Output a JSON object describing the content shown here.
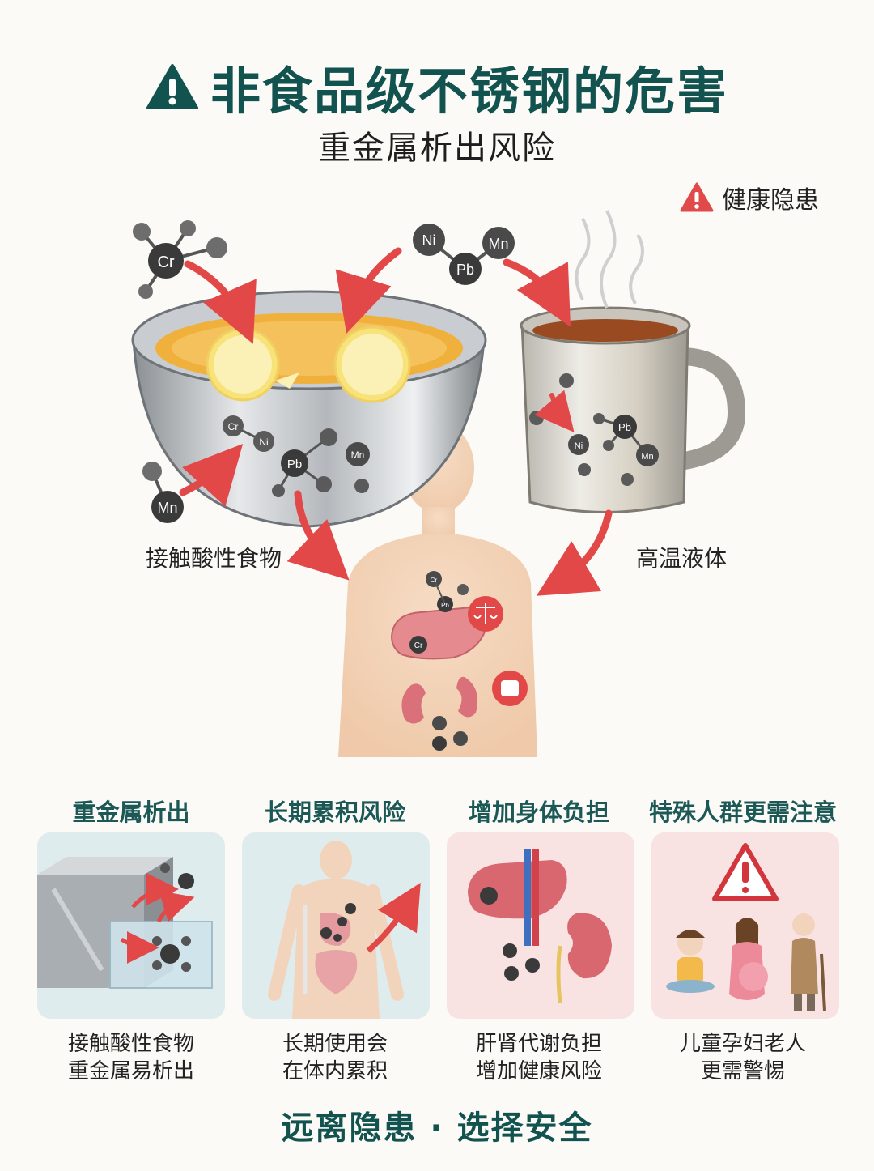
{
  "header": {
    "title": "非食品级不锈钢的危害",
    "subtitle": "重金属析出风险",
    "health_tag": "健康隐患"
  },
  "scene": {
    "bowl_label": "接触酸性食物",
    "mug_label": "高温液体",
    "elements": {
      "cr": "Cr",
      "ni": "Ni",
      "mn": "Mn",
      "pb": "Pb"
    }
  },
  "cards": [
    {
      "title": "重金属析出",
      "line1": "接触酸性食物",
      "line2": "重金属易析出",
      "icon": "metal-block-leaching-icon"
    },
    {
      "title": "长期累积风险",
      "line1": "长期使用会",
      "line2": "在体内累积",
      "icon": "body-accumulation-icon"
    },
    {
      "title": "增加身体负担",
      "line1": "肝肾代谢负担",
      "line2": "增加健康风险",
      "icon": "liver-kidney-icon"
    },
    {
      "title": "特殊人群更需注意",
      "line1": "儿童孕妇老人",
      "line2": "更需警惕",
      "icon": "family-warning-icon"
    }
  ],
  "footer": {
    "slogan": "远离隐患 · 选择安全"
  },
  "colors": {
    "teal": "#12524f",
    "warning_red": "#e04a4a",
    "card_blue": "#dfecee",
    "card_pink": "#f9e2e2"
  }
}
